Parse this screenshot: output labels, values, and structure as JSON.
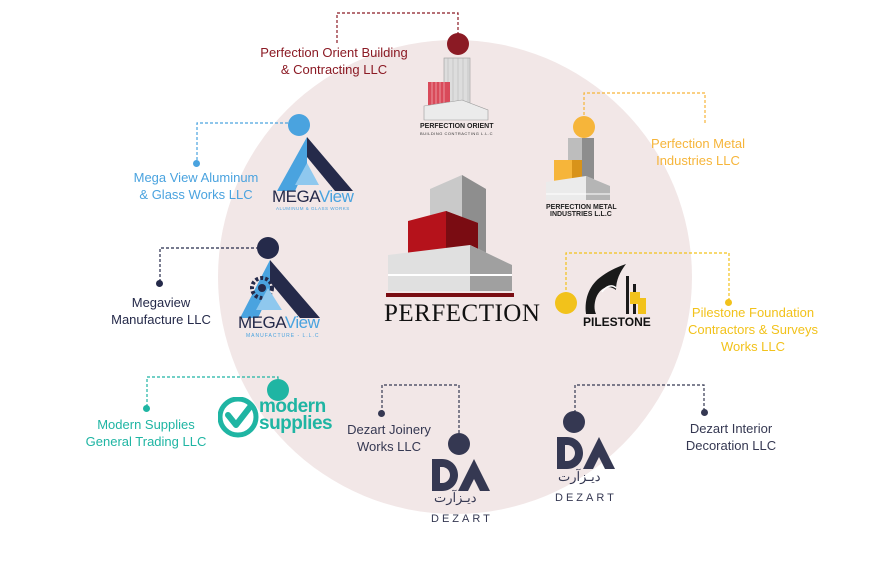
{
  "center": {
    "name": "PERFECTION",
    "color": "#b5121b"
  },
  "companies": [
    {
      "label_line1": "Perfection Orient Building",
      "label_line2": "& Contracting LLC",
      "logo_line1": "PERFECTION ORIENT",
      "logo_line2": "BUILDING CONTRACTING L.L.C",
      "color": "#8b1a24"
    },
    {
      "label_line1": "Perfection Metal",
      "label_line2": "Industries LLC",
      "logo_line1": "PERFECTION METAL",
      "logo_line2": "INDUSTRIES L.L.C",
      "color": "#f6b53a"
    },
    {
      "label_line1": "Mega View Aluminum",
      "label_line2": "& Glass Works LLC",
      "logo_word_a": "MEGA",
      "logo_word_b": "View",
      "logo_sub": "ALUMINUM & GLASS WORKS",
      "color": "#4aa3df"
    },
    {
      "label_line1": "Megaview",
      "label_line2": "Manufacture  LLC",
      "logo_word_a": "MEGA",
      "logo_word_b": "View",
      "logo_sub": "MANUFACTURE - L.L.C",
      "color": "#252a4a"
    },
    {
      "label_line1": "Pilestone Foundation",
      "label_line2": "Contractors & Surveys",
      "label_line3": "Works LLC",
      "logo_name": "PILESTONE",
      "color": "#f2c21b"
    },
    {
      "label_line1": "Modern Supplies",
      "label_line2": "General Trading LLC",
      "logo_line1": "modern",
      "logo_line2": "supplies",
      "color": "#1fb5a3"
    },
    {
      "label_line1": "Dezart Joinery",
      "label_line2": "Works LLC",
      "logo_arabic": "ديـزآرت",
      "logo_latin": "DEZART",
      "color": "#353852"
    },
    {
      "label_line1": "Dezart Interior",
      "label_line2": "Decoration LLC",
      "logo_arabic": "ديـزآرت",
      "logo_latin": "DEZART",
      "color": "#353852"
    }
  ]
}
